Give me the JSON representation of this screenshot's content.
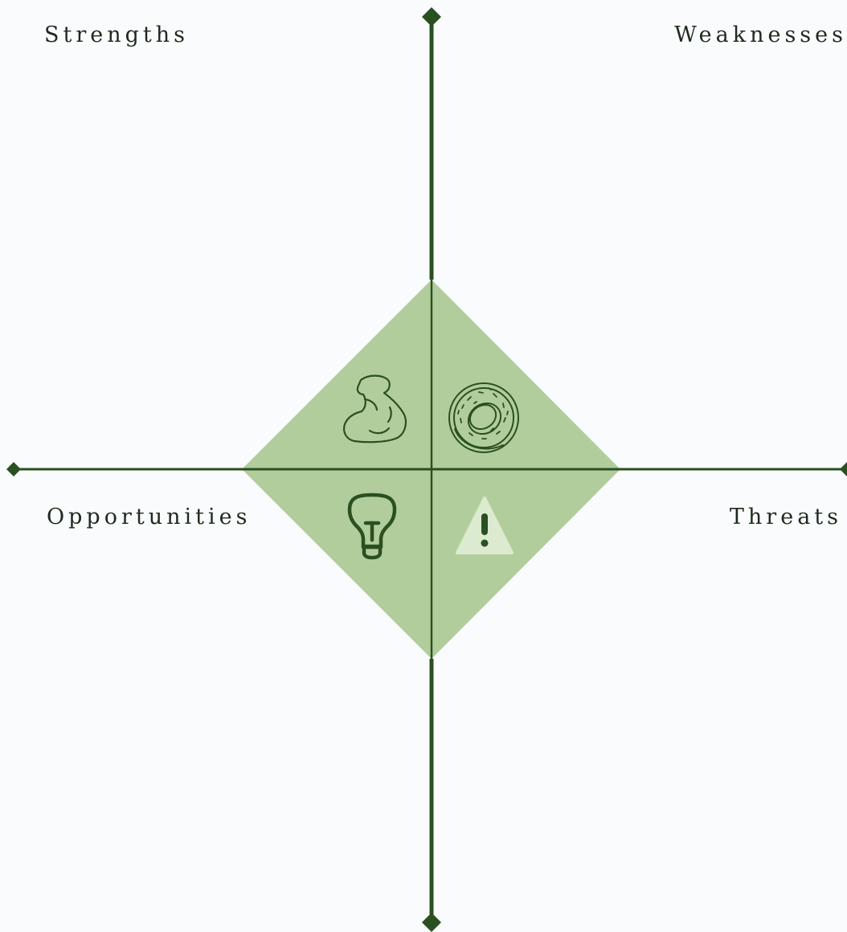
{
  "quadrants": {
    "strengths": {
      "label": "Strengths",
      "icon": "flexed-bicep-icon"
    },
    "weaknesses": {
      "label": "Weaknesses",
      "icon": "donut-icon"
    },
    "opportunities": {
      "label": "Opportunities",
      "icon": "lightbulb-icon"
    },
    "threats": {
      "label": "Threats",
      "icon": "warning-icon"
    }
  },
  "colors": {
    "background": "#f9fbfc",
    "axis": "#2a5022",
    "diamond_fill": "#b2cd9c",
    "icon_stroke": "#2a5022",
    "warning_fill": "#dcead0",
    "label_text": "#1f2a1f"
  }
}
